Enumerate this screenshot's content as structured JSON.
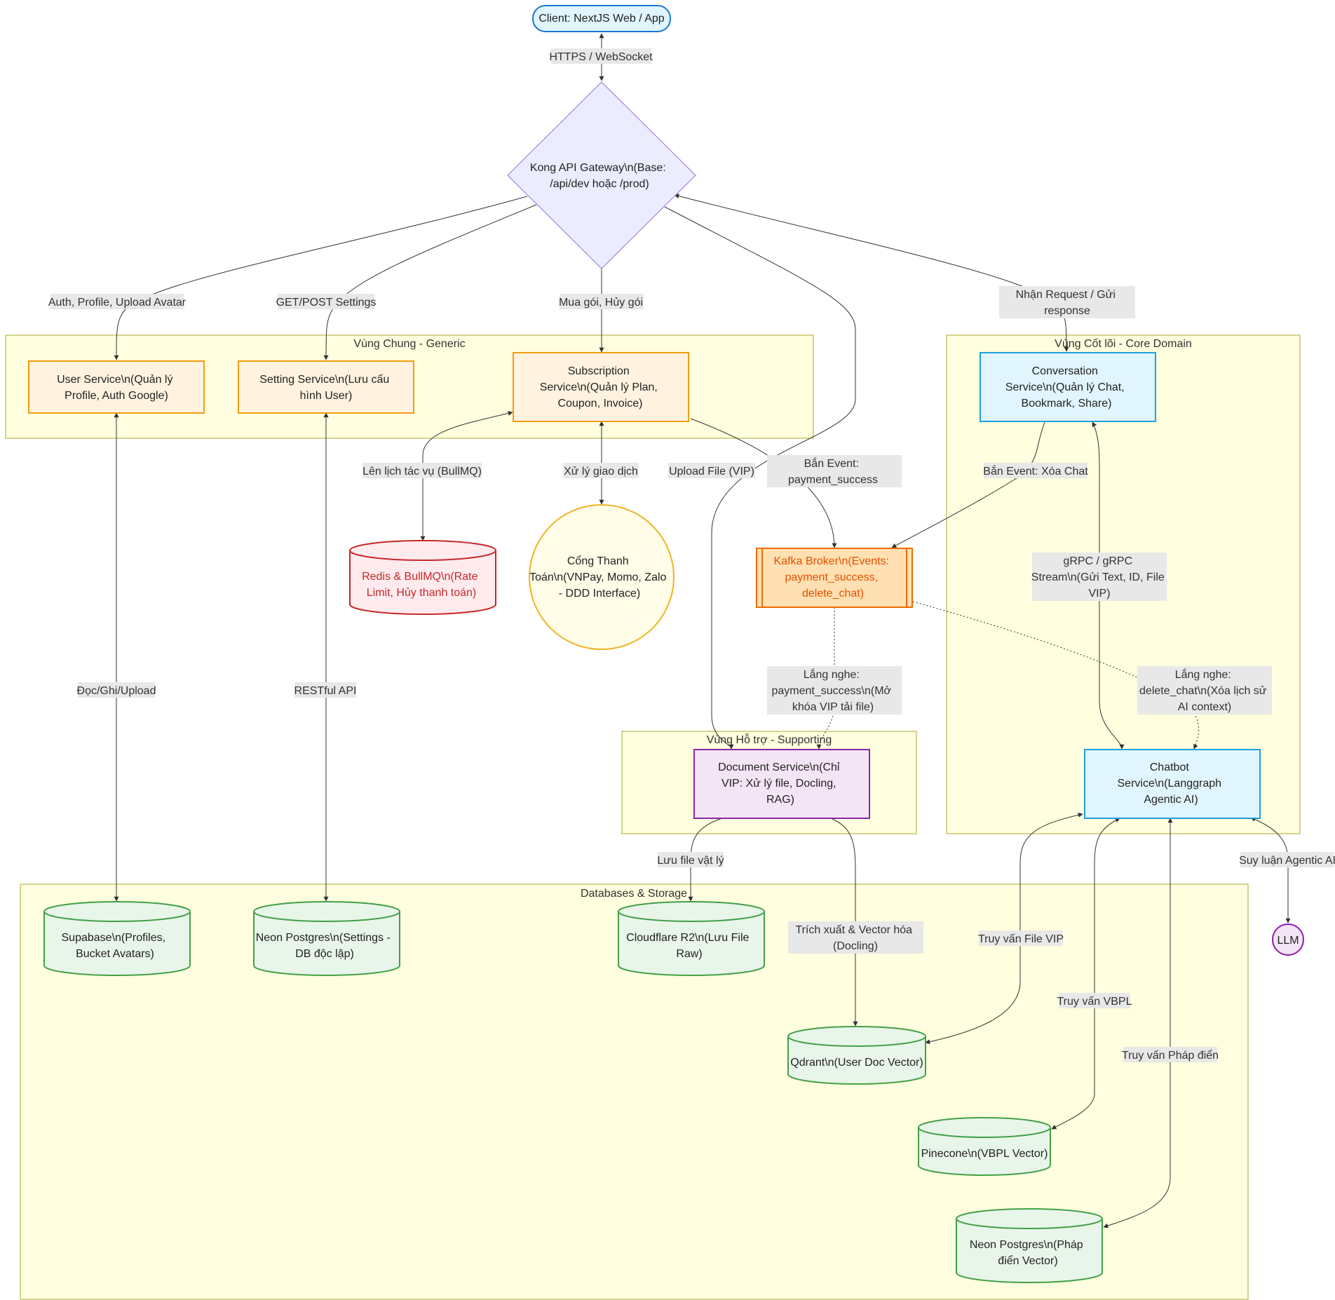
{
  "groups": {
    "generic": "Vùng Chung - Generic",
    "core": "Vùng Cốt lõi - Core Domain",
    "supporting": "Vùng Hỗ trợ - Supporting",
    "databases": "Databases & Storage"
  },
  "nodes": {
    "client": [
      "Client: NextJS Web / App"
    ],
    "gateway": [
      "Kong API Gateway\\n(Base:",
      "/api/dev hoặc /prod)"
    ],
    "user_service": [
      "User Service\\n(Quản lý",
      "Profile, Auth Google)"
    ],
    "setting_service": [
      "Setting Service\\n(Lưu cấu",
      "hình User)"
    ],
    "subscription_service": [
      "Subscription",
      "Service\\n(Quản lý Plan,",
      "Coupon, Invoice)"
    ],
    "redis": [
      "Redis & BullMQ\\n(Rate",
      "Limit, Hủy thanh toán)"
    ],
    "payment_gateway": [
      "Cổng Thanh",
      "Toán\\n(VNPay, Momo, Zalo",
      "- DDD Interface)"
    ],
    "kafka": [
      "Kafka Broker\\n(Events:",
      "payment_success,",
      "delete_chat)"
    ],
    "conversation_service": [
      "Conversation",
      "Service\\n(Quản lý Chat,",
      "Bookmark, Share)"
    ],
    "chatbot_service": [
      "Chatbot",
      "Service\\n(Langgraph",
      "Agentic AI)"
    ],
    "document_service": [
      "Document Service\\n(Chỉ",
      "VIP: Xử lý file, Docling,",
      "RAG)"
    ],
    "llm": [
      "LLM"
    ],
    "supabase": [
      "Supabase\\n(Profiles,",
      "Bucket Avatars)"
    ],
    "neon_settings": [
      "Neon Postgres\\n(Settings -",
      "DB độc lập)"
    ],
    "cloudflare": [
      "Cloudflare R2\\n(Lưu File",
      "Raw)"
    ],
    "qdrant": [
      "Qdrant\\n(User Doc Vector)"
    ],
    "pinecone": [
      "Pinecone\\n(VBPL Vector)"
    ],
    "neon_phapdien": [
      "Neon Postgres\\n(Pháp",
      "điển Vector)"
    ]
  },
  "edges": {
    "https_ws": [
      "HTTPS / WebSocket"
    ],
    "auth_profile": [
      "Auth, Profile, Upload Avatar"
    ],
    "get_post_settings": [
      "GET/POST Settings"
    ],
    "mua_goi": [
      "Mua gói, Hủy gói"
    ],
    "nhan_request": [
      "Nhận Request / Gửi",
      "response"
    ],
    "len_lich": [
      "Lên lịch tác vụ (BullMQ)"
    ],
    "xu_ly_gd": [
      "Xử lý giao dịch"
    ],
    "upload_file": [
      "Upload File (VIP)"
    ],
    "ban_event_payment": [
      "Bắn Event:",
      "payment_success"
    ],
    "ban_event_xoa": [
      "Bắn Event: Xóa Chat"
    ],
    "grpc": [
      "gRPC / gRPC",
      "Stream\\n(Gửi Text, ID, File",
      "VIP)"
    ],
    "doc_ghi": [
      "Đọc/Ghi/Upload"
    ],
    "restful": [
      "RESTful API"
    ],
    "lang_nghe_payment": [
      "Lắng nghe:",
      "payment_success\\n(Mở",
      "khóa VIP tải file)"
    ],
    "lang_nghe_delete": [
      "Lắng nghe:",
      "delete_chat\\n(Xóa lịch sử",
      "AI context)"
    ],
    "luu_file": [
      "Lưu file vật lý"
    ],
    "trich_xuat": [
      "Trích xuất & Vector hóa",
      "(Docling)"
    ],
    "truy_van_file": [
      "Truy vấn File VIP"
    ],
    "truy_van_vbpl": [
      "Truy vấn VBPL"
    ],
    "truy_van_phapdien": [
      "Truy vấn Pháp điển"
    ],
    "suy_luan": [
      "Suy luận Agentic AI"
    ]
  },
  "colors": {
    "group_fill": "#fffede",
    "group_stroke": "#aaaa33",
    "service_orange_fill": "#fff3e0",
    "service_orange_stroke": "#f39c12",
    "service_blue_fill": "#e1f5fe",
    "service_blue_stroke": "#1da1e0",
    "service_purple_fill": "#f3e5f5",
    "service_purple_stroke": "#8e24aa",
    "db_green_fill": "#e8f5e9",
    "db_green_stroke": "#43a047",
    "redis_fill": "#ffebee",
    "redis_stroke": "#c62828",
    "redis_text": "#c62828",
    "kafka_fill": "#ffe0b2",
    "kafka_stroke": "#ef6c00",
    "kafka_text": "#e65100",
    "gateway_fill": "#ececff",
    "gateway_stroke": "#9370db",
    "client_fill": "#e1f5fe",
    "client_stroke": "#1976d2",
    "payment_fill": "#fffde7",
    "payment_stroke": "#f0b429",
    "edge": "#333333",
    "label_bg": "#e8e8e8"
  }
}
